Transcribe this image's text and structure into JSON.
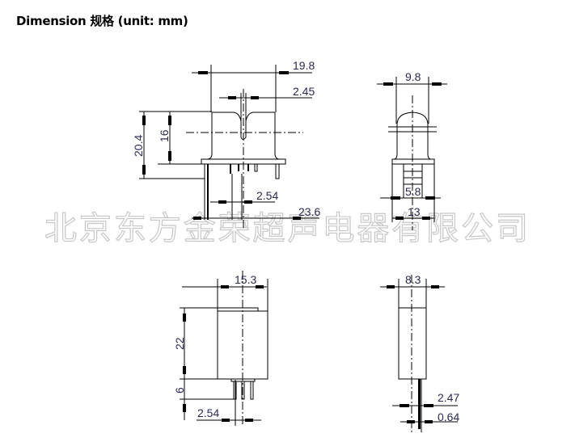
{
  "title": "Dimension  规格  (unit: mm)",
  "watermark": "北京东方金荣超声电器有限公司",
  "front_view": {
    "width_overall": "19.8",
    "tip_width": "2.45",
    "height_total": "20.4",
    "height_body": "16",
    "pin_pitch": "2.54",
    "base_width": "23.6"
  },
  "side_view": {
    "width": "9.8",
    "inner_width": "5.8",
    "base_width": "13"
  },
  "bottom_front_view": {
    "width": "15.3",
    "height": "22",
    "pin_length": "6",
    "pin_pitch": "2.54"
  },
  "bottom_side_view": {
    "width": "8.3",
    "pin_thickness_a": "2.47",
    "pin_thickness_b": "0.64"
  }
}
